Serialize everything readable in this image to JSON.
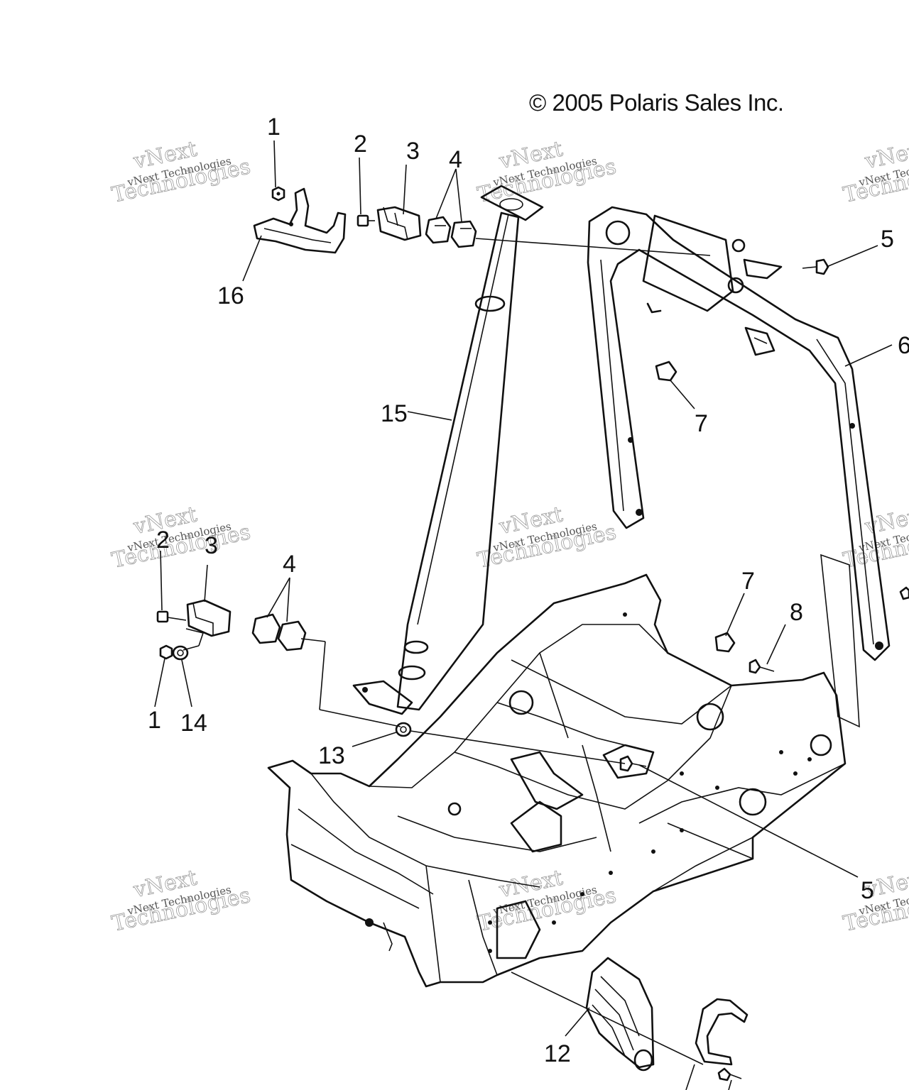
{
  "copyright": "© 2005 Polaris Sales Inc.",
  "watermark": {
    "line1": "vNext",
    "line2": "vNext Technologies",
    "line3": "Technologies"
  },
  "callouts": [
    {
      "id": "c1a",
      "label": "1"
    },
    {
      "id": "c2a",
      "label": "2"
    },
    {
      "id": "c3a",
      "label": "3"
    },
    {
      "id": "c4a",
      "label": "4"
    },
    {
      "id": "c5a",
      "label": "5"
    },
    {
      "id": "c6",
      "label": "6"
    },
    {
      "id": "c7a",
      "label": "7"
    },
    {
      "id": "c15",
      "label": "15"
    },
    {
      "id": "c16",
      "label": "16"
    },
    {
      "id": "c2b",
      "label": "2"
    },
    {
      "id": "c3b",
      "label": "3"
    },
    {
      "id": "c4b",
      "label": "4"
    },
    {
      "id": "c7b",
      "label": "7"
    },
    {
      "id": "c8",
      "label": "8"
    },
    {
      "id": "c1b",
      "label": "1"
    },
    {
      "id": "c14",
      "label": "14"
    },
    {
      "id": "c13",
      "label": "13"
    },
    {
      "id": "c5b",
      "label": "5"
    },
    {
      "id": "c12",
      "label": "12"
    }
  ]
}
